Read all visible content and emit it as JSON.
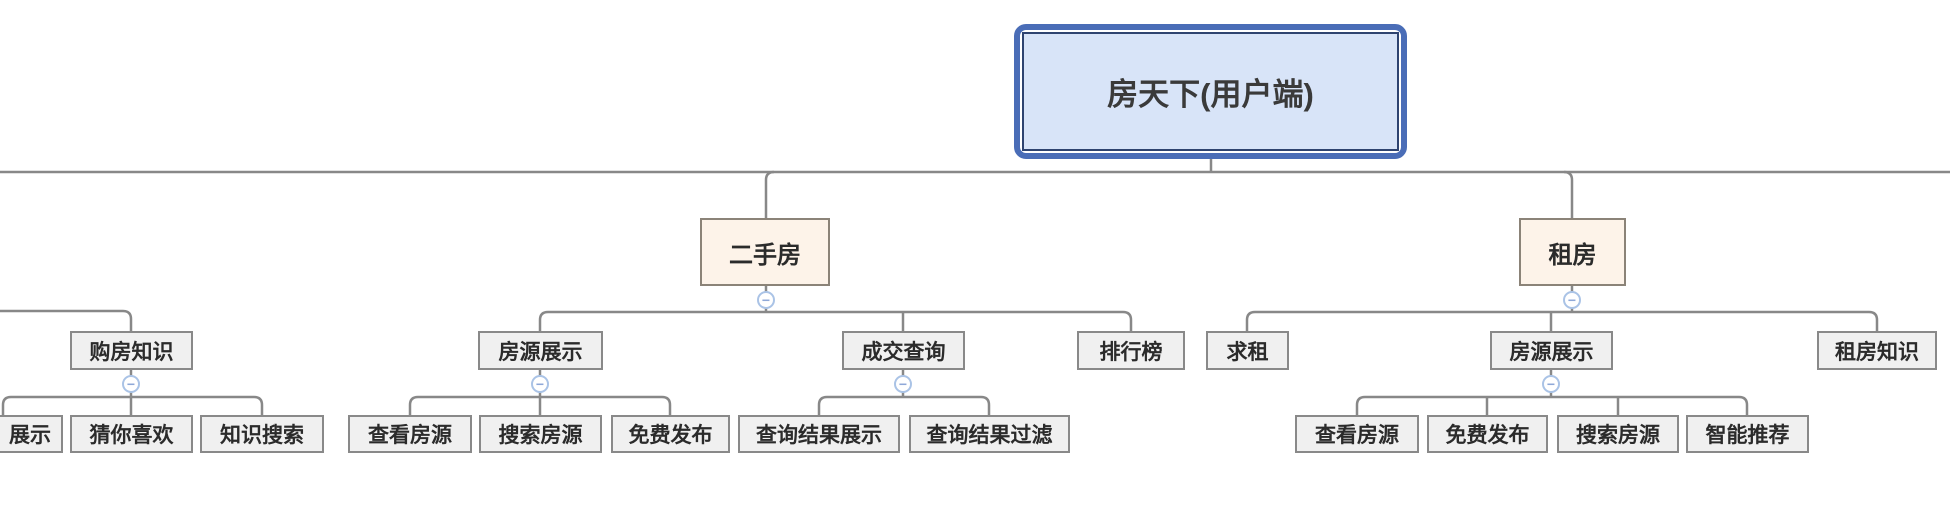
{
  "ui": {
    "collapse_glyph": "−"
  },
  "colors": {
    "root_fill": "#d8e4f8",
    "root_selection_border": "#4a6db7",
    "root_inner_border": "#2e4370",
    "branch_fill": "#fdf3e9",
    "branch_border": "#8b8378",
    "leaf_fill": "#f0f0f0",
    "leaf_border": "#898989",
    "connector_line": "#888888",
    "collapse_border": "#aac3e6",
    "text": "#2b2b2b"
  },
  "tree": {
    "root": {
      "label": "房天下(用户端)"
    },
    "offscreen": {
      "children": [
        {
          "label": "购房知识",
          "children": [
            {
              "label": "展示"
            },
            {
              "label": "猜你喜欢"
            },
            {
              "label": "知识搜索"
            }
          ]
        }
      ]
    },
    "branches": [
      {
        "label": "二手房",
        "children": [
          {
            "label": "房源展示",
            "children": [
              {
                "label": "查看房源"
              },
              {
                "label": "搜索房源"
              },
              {
                "label": "免费发布"
              }
            ]
          },
          {
            "label": "成交查询",
            "children": [
              {
                "label": "查询结果展示"
              },
              {
                "label": "查询结果过滤"
              }
            ]
          },
          {
            "label": "排行榜"
          }
        ]
      },
      {
        "label": "租房",
        "children": [
          {
            "label": "求租"
          },
          {
            "label": "房源展示",
            "children": [
              {
                "label": "查看房源"
              },
              {
                "label": "免费发布"
              },
              {
                "label": "搜索房源"
              },
              {
                "label": "智能推荐"
              }
            ]
          },
          {
            "label": "租房知识"
          }
        ]
      }
    ]
  }
}
